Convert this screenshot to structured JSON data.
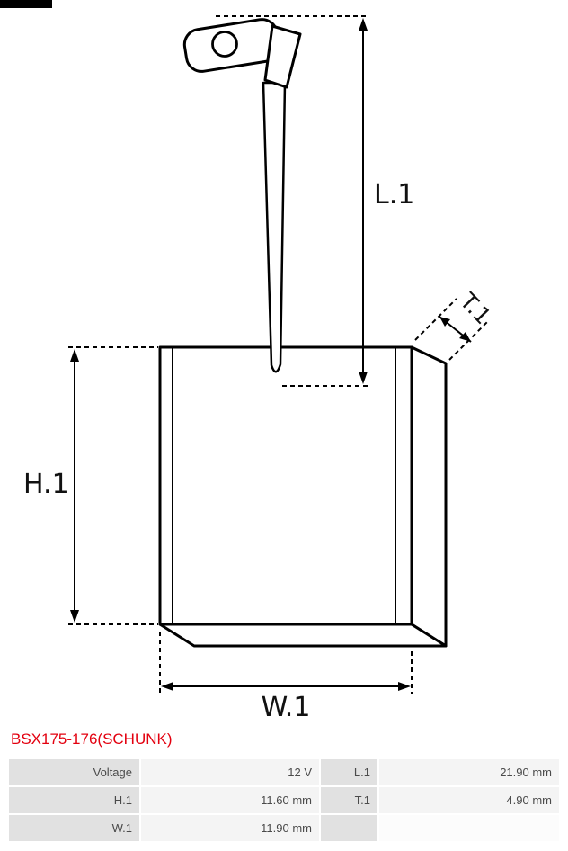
{
  "header": {
    "product_code": "BSX175-176(SCHUNK)",
    "accent_color": "#e3000f"
  },
  "diagram": {
    "labels": {
      "length": "L.1",
      "height": "H.1",
      "width": "W.1",
      "thickness": "T.1"
    }
  },
  "spec_table": {
    "rows": [
      {
        "c1": "Voltage",
        "c2": "12 V",
        "c3": "L.1",
        "c4": "21.90 mm"
      },
      {
        "c1": "H.1",
        "c2": "11.60 mm",
        "c3": "T.1",
        "c4": "4.90 mm"
      },
      {
        "c1": "W.1",
        "c2": "11.90 mm",
        "c3": "",
        "c4": ""
      }
    ]
  }
}
